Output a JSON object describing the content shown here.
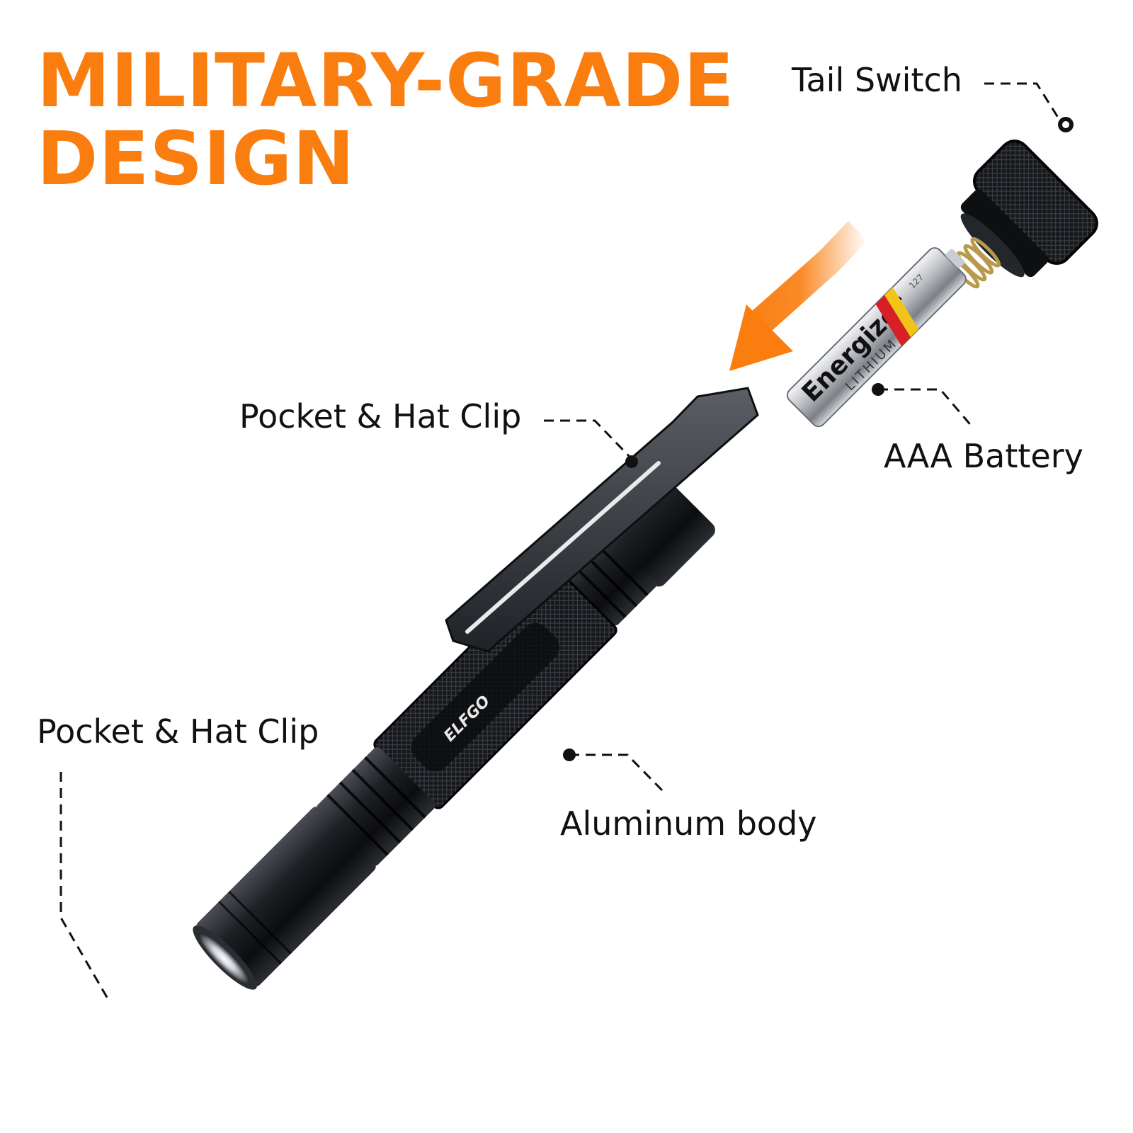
{
  "headline": {
    "line1": "MILITARY-GRADE",
    "line2": "DESIGN",
    "color": "#fa7d0f"
  },
  "callouts": {
    "tail_switch": "Tail Switch",
    "pocket_clip": "Pocket & Hat Clip",
    "aaa_battery": "AAA Battery",
    "pocket_clip_head": "Pocket & Hat Clip",
    "aluminum_body": "Aluminum body"
  },
  "product": {
    "brand_logo": "ELFGO",
    "battery_brand": "Energizer",
    "battery_type": "LITHIUM",
    "battery_code": "127"
  },
  "colors": {
    "body": "#16181b",
    "arrow": "#fa7d0f",
    "line": "#111111"
  }
}
